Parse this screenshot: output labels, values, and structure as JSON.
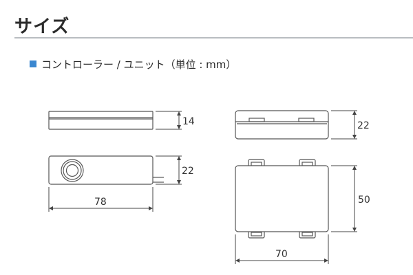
{
  "header": {
    "title": "サイズ"
  },
  "section": {
    "subtitle": "コントローラー / ユニット（単位 : mm）",
    "bullet_color": "#3a87d0"
  },
  "controller": {
    "height_label": "14",
    "depth_label": "22",
    "width_label": "78"
  },
  "unit": {
    "height_label": "22",
    "depth_label": "50",
    "width_label": "70"
  }
}
